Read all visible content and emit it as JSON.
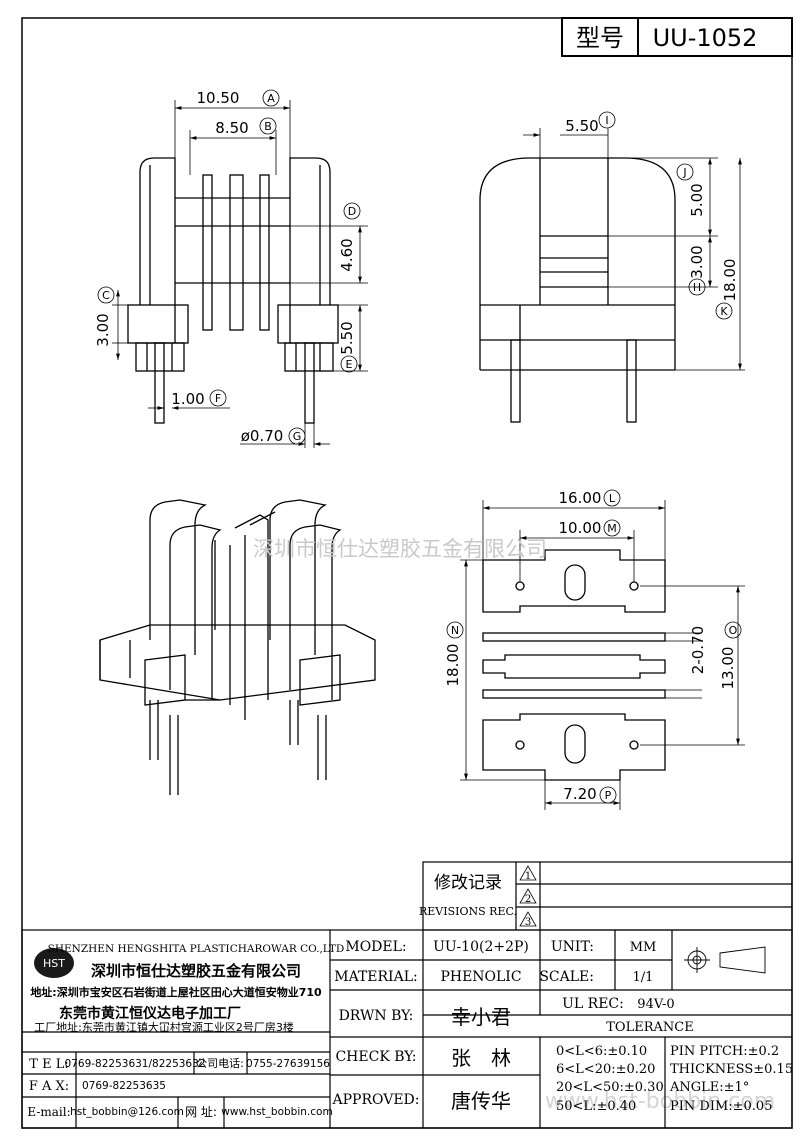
{
  "header": {
    "model_label": "型号",
    "model_value": "UU-1052"
  },
  "watermark": "深圳市恒仕达塑胶五金有限公司",
  "watermark_url": "www.hst-bobbin.com",
  "front_view_dims": {
    "A": {
      "value": "10.50",
      "tag": "A"
    },
    "B": {
      "value": "8.50",
      "tag": "B"
    },
    "C": {
      "value": "3.00",
      "tag": "C"
    },
    "D": {
      "value": "4.60",
      "tag": "D"
    },
    "E": {
      "value": "5.50",
      "tag": "E"
    },
    "F": {
      "value": "1.00",
      "tag": "F"
    },
    "G": {
      "value": "ø0.70",
      "tag": "G"
    }
  },
  "side_view_dims": {
    "I": {
      "value": "5.50",
      "tag": "I"
    },
    "J": {
      "value": "5.00",
      "tag": "J"
    },
    "H": {
      "value": "3.00",
      "tag": "H"
    },
    "K": {
      "value": "18.00",
      "tag": "K"
    }
  },
  "bottom_view_dims": {
    "L": {
      "value": "16.00",
      "tag": "L"
    },
    "M": {
      "value": "10.00",
      "tag": "M"
    },
    "N": {
      "value": "18.00",
      "tag": "N"
    },
    "O": {
      "value": "13.00",
      "tag": "O"
    },
    "slot": {
      "value": "2-0.70"
    },
    "P": {
      "value": "7.20",
      "tag": "P"
    }
  },
  "revisions": {
    "label_cn": "修改记录",
    "label_en": "REVISIONS REC.",
    "marks": [
      "1",
      "2",
      "3"
    ]
  },
  "company": {
    "name_en": "SHENZHEN HENGSHITA PLASTICHAROWAR CO.,LTD",
    "name_cn": "深圳市恒仕达塑胶五金有限公司",
    "logo_text": "HST",
    "address": "地址:深圳市宝安区石岩街道上屋社区田心大道恒安物业710",
    "factory": "东莞市黄江恒仪达电子加工厂",
    "factory_address": "工厂地址:东莞市黄江镇大冚村宫源工业区2号厂房3楼"
  },
  "contacts": {
    "tel_label": "T E L:",
    "tel": "0769-82253631/82253632",
    "company_phone_label": "公司电话:",
    "company_phone": "0755-27639156",
    "fax_label": "F A X:",
    "fax": "0769-82253635",
    "email_label": "E-mail:",
    "email": "hst_bobbin@126.com",
    "web_label": "网 址:",
    "web": "www.hst_bobbin.com"
  },
  "specs": {
    "model_label": "MODEL:",
    "model": "UU-10(2+2P)",
    "material_label": "MATERIAL:",
    "material": "PHENOLIC",
    "drawn_label": "DRWN BY:",
    "drawn": "幸小君",
    "check_label": "CHECK BY:",
    "check": "张　林",
    "approved_label": "APPROVED:",
    "approved": "唐传华",
    "unit_label": "UNIT:",
    "unit": "MM",
    "scale_label": "SCALE:",
    "scale": "1/1",
    "ul_label": "UL REC:",
    "ul": "94V-0"
  },
  "tolerance": {
    "title": "TOLERANCE",
    "lines": [
      "0<L<6:±0.10",
      "6<L<20:±0.20",
      "20<L<50:±0.30",
      "50<L:±0.40"
    ],
    "right_lines": [
      "PIN PITCH:±0.2",
      "THICKNESS±0.15",
      "ANGLE:±1°",
      "PIN DIM:±0.05"
    ]
  }
}
